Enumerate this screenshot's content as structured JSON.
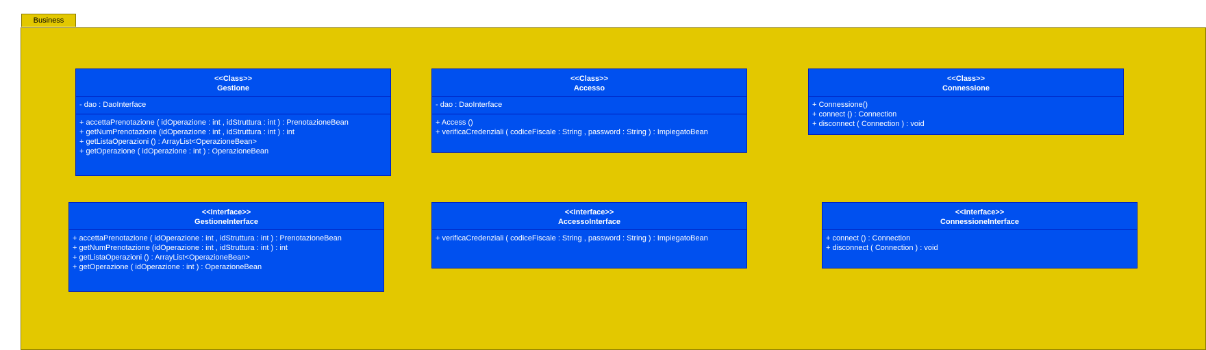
{
  "package": {
    "label": "Business"
  },
  "classes": {
    "gestione": {
      "stereotype": "<<Class>>",
      "name": "Gestione",
      "attributes": [
        "- dao : DaoInterface"
      ],
      "operations": [
        "+ accettaPrenotazione ( idOperazione : int , idStruttura : int ) : PrenotazioneBean",
        "+ getNumPrenotazione (idOperazione : int , idStruttura : int ) : int",
        "+ getListaOperazioni () : ArrayList<OperazioneBean>",
        "+ getOperazione ( idOperazione : int ) : OperazioneBean"
      ]
    },
    "accesso": {
      "stereotype": "<<Class>>",
      "name": "Accesso",
      "attributes": [
        "- dao : DaoInterface"
      ],
      "operations": [
        "+ Access ()",
        "+ verificaCredenziali ( codiceFiscale : String , password : String ) : ImpiegatoBean"
      ]
    },
    "connessione": {
      "stereotype": "<<Class>>",
      "name": "Connessione",
      "operations": [
        "+ Connessione()",
        "+ connect () : Connection",
        "+ disconnect ( Connection ) : void"
      ]
    },
    "gestioneInterface": {
      "stereotype": "<<Interface>>",
      "name": "GestioneInterface",
      "operations": [
        "+ accettaPrenotazione ( idOperazione : int , idStruttura : int ) : PrenotazioneBean",
        "+ getNumPrenotazione (idOperazione : int , idStruttura : int ) : int",
        "+ getListaOperazioni () : ArrayList<OperazioneBean>",
        "+ getOperazione ( idOperazione : int ) : OperazioneBean"
      ]
    },
    "accessoInterface": {
      "stereotype": "<<Interface>>",
      "name": "AccessoInterface",
      "operations": [
        "+ verificaCredenziali ( codiceFiscale : String , password : String ) : ImpiegatoBean"
      ]
    },
    "connessioneInterface": {
      "stereotype": "<<Interface>>",
      "name": "ConnessioneInterface",
      "operations": [
        "+ connect () : Connection",
        "+ disconnect ( Connection ) : void"
      ]
    }
  },
  "colors": {
    "package_fill": "#e3c800",
    "class_fill": "#0050ef",
    "class_border": "#001dbc",
    "text": "#ffffff"
  }
}
